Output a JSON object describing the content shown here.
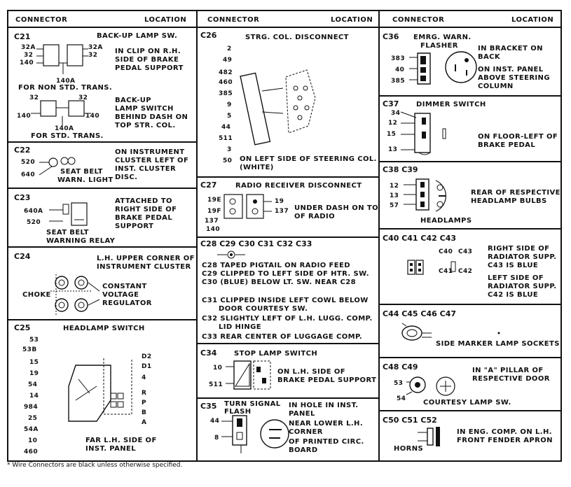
{
  "headers": {
    "col1": {
      "connector": "CONNECTOR",
      "location": "LOCATION"
    },
    "col2": {
      "connector": "CONNECTOR",
      "location": "LOCATION"
    },
    "col3": {
      "connector": "CONNECTOR",
      "location": "LOCATION"
    }
  },
  "c21": {
    "id": "C21",
    "title": "BACK-UP LAMP SW.",
    "pins_a": [
      "32A",
      "32",
      "140"
    ],
    "pins_b": [
      "32A",
      "32"
    ],
    "loc1": [
      "IN CLIP ON R.H.",
      "SIDE OF BRAKE",
      "PEDAL SUPPORT"
    ],
    "label_140a_1": "140A",
    "non_std": "FOR NON STD. TRANS.",
    "pins_c": [
      "32",
      "32",
      "140",
      "140"
    ],
    "loc2": [
      "BACK-UP",
      "LAMP SWITCH",
      "BEHIND DASH ON",
      "TOP STR. COL."
    ],
    "label_140a_2": "140A",
    "std": "FOR STD. TRANS."
  },
  "c22": {
    "id": "C22",
    "pins": [
      "520",
      "640"
    ],
    "caption": [
      "SEAT BELT",
      "WARN. LIGHT"
    ],
    "loc": [
      "ON INSTRUMENT",
      "CLUSTER LEFT OF",
      "INST. CLUSTER",
      "DISC."
    ]
  },
  "c23": {
    "id": "C23",
    "pins": [
      "640A",
      "520"
    ],
    "caption": [
      "SEAT BELT",
      "WARNING RELAY"
    ],
    "loc": [
      "ATTACHED TO",
      "RIGHT SIDE OF",
      "BRAKE PEDAL",
      "SUPPORT"
    ]
  },
  "c24": {
    "id": "C24",
    "title": [
      "L.H. UPPER CORNER OF",
      "INSTRUMENT CLUSTER"
    ],
    "left": "CHOKE",
    "right": [
      "CONSTANT",
      "VOLTAGE",
      "REGULATOR"
    ]
  },
  "c25": {
    "id": "C25",
    "title": "HEADLAMP SWITCH",
    "left_pins": [
      "53",
      "53B",
      "15",
      "19",
      "54",
      "14",
      "984",
      "25",
      "54A",
      "10",
      "460"
    ],
    "right_pins": [
      "D2",
      "D1",
      "4",
      "R",
      "P",
      "B",
      "A"
    ],
    "loc": [
      "FAR L.H. SIDE OF",
      "INST. PANEL"
    ]
  },
  "c26": {
    "id": "C26",
    "title": "STRG. COL. DISCONNECT",
    "pins": [
      "2",
      "49",
      "482",
      "460",
      "385",
      "9",
      "5",
      "44",
      "511",
      "3",
      "50"
    ],
    "loc": [
      "ON LEFT SIDE OF STEERING COL.",
      "(WHITE)"
    ]
  },
  "c27": {
    "id": "C27",
    "title": "RADIO RECEIVER DISCONNECT",
    "pins_left": [
      "19E",
      "19F",
      "137",
      "140"
    ],
    "pins_right": [
      "19",
      "137"
    ],
    "loc": [
      "UNDER DASH ON TOP",
      "OF RADIO"
    ]
  },
  "c28": {
    "id": "C28 C29 C30 C31 C32 C33",
    "lines": [
      "C28 TAPED PIGTAIL ON RADIO FEED",
      "C29 CLIPPED TO LEFT SIDE OF HTR. SW.",
      "C30 (BLUE) BELOW LT. SW. NEAR C28",
      "C31 CLIPPED INSIDE LEFT COWL BELOW",
      "DOOR COURTESY SW.",
      "C32 SLIGHTLY LEFT OF L.H. LUGG. COMP.",
      "LID HINGE",
      "C33 REAR CENTER OF LUGGAGE COMP."
    ]
  },
  "c34": {
    "id": "C34",
    "title": "STOP LAMP SWITCH",
    "pins": [
      "10",
      "511"
    ],
    "loc": [
      "ON L.H. SIDE OF",
      "BRAKE PEDAL SUPPORT"
    ]
  },
  "c35": {
    "id": "C35",
    "title": [
      "TURN SIGNAL",
      "FLASH"
    ],
    "pins": [
      "44",
      "8"
    ],
    "loc": [
      "IN HOLE IN INST.",
      "PANEL",
      "NEAR LOWER L.H.",
      "CORNER",
      "OF PRINTED CIRC.",
      "BOARD"
    ]
  },
  "c36": {
    "id": "C36",
    "title": [
      "EMRG. WARN.",
      "FLASHER"
    ],
    "pins": [
      "383",
      "40",
      "385"
    ],
    "loc": [
      "IN BRACKET ON",
      "BACK",
      "ON INST. PANEL",
      "ABOVE STEERING",
      "COLUMN"
    ]
  },
  "c37": {
    "id": "C37",
    "title": "DIMMER SWITCH",
    "pins": [
      "34",
      "12",
      "15",
      "13"
    ],
    "loc": [
      "ON FLOOR-LEFT OF",
      "BRAKE PEDAL"
    ]
  },
  "c38": {
    "id": "C38 C39",
    "pins": [
      "12",
      "13",
      "57"
    ],
    "caption": "HEADLAMPS",
    "loc": [
      "REAR OF RESPECTIVE",
      "HEADLAMP BULBS"
    ]
  },
  "c40": {
    "id": "C40 C41 C42 C43",
    "labels": [
      "C40",
      "C43",
      "C41",
      "C42"
    ],
    "loc": [
      "RIGHT SIDE OF",
      "RADIATOR SUPP.",
      "C43 IS BLUE",
      "LEFT SIDE OF",
      "RADIATOR SUPP.",
      "C42 IS BLUE"
    ]
  },
  "c44": {
    "id": "C44 C45 C46 C47",
    "loc": "SIDE MARKER LAMP SOCKETS"
  },
  "c48": {
    "id": "C48 C49",
    "pins": [
      "53",
      "54"
    ],
    "caption": "COURTESY LAMP SW.",
    "loc": [
      "IN \"A\" PILLAR OF",
      "RESPECTIVE DOOR"
    ]
  },
  "c50": {
    "id": "C50 C51 C52",
    "caption": "HORNS",
    "loc": [
      "IN ENG. COMP. ON L.H.",
      "FRONT FENDER APRON"
    ]
  },
  "footnote": "* Wire Connectors are black unless otherwise specified."
}
